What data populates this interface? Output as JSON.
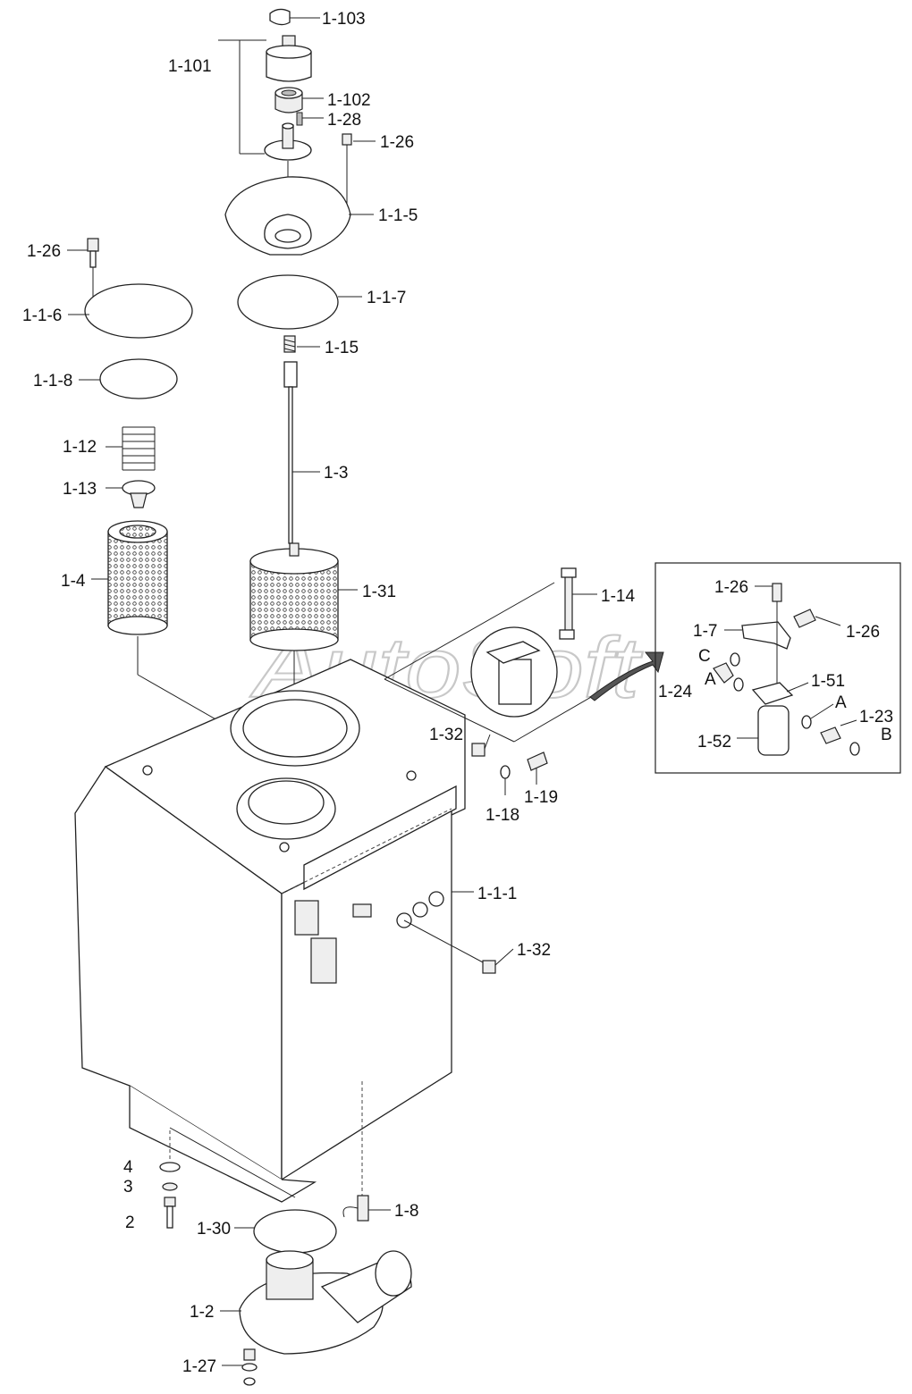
{
  "diagram": {
    "watermark": "AutoSoft",
    "callouts": {
      "c1_103": "1-103",
      "c1_101": "1-101",
      "c1_102": "1-102",
      "c1_28": "1-28",
      "c1_26_top": "1-26",
      "c1_1_5": "1-1-5",
      "c1_26_left": "1-26",
      "c1_1_7": "1-1-7",
      "c1_1_6": "1-1-6",
      "c1_15": "1-15",
      "c1_1_8": "1-1-8",
      "c1_12": "1-12",
      "c1_3": "1-3",
      "c1_13": "1-13",
      "c1_4": "1-4",
      "c1_31": "1-31",
      "c1_14": "1-14",
      "c1_32_top": "1-32",
      "c1_19": "1-19",
      "c1_18": "1-18",
      "c1_1_1": "1-1-1",
      "c1_32_bottom": "1-32",
      "c4": "4",
      "c3": "3",
      "c2": "2",
      "c1_30": "1-30",
      "c1_8": "1-8",
      "c1_2": "1-2",
      "c1_27": "1-27"
    },
    "inset": {
      "c1_26_a": "1-26",
      "c1_26_b": "1-26",
      "c1_7": "1-7",
      "cC": "C",
      "c1_24": "1-24",
      "cA_left": "A",
      "c1_51": "1-51",
      "cA_right": "A",
      "c1_23": "1-23",
      "cB": "B",
      "c1_52": "1-52"
    }
  }
}
